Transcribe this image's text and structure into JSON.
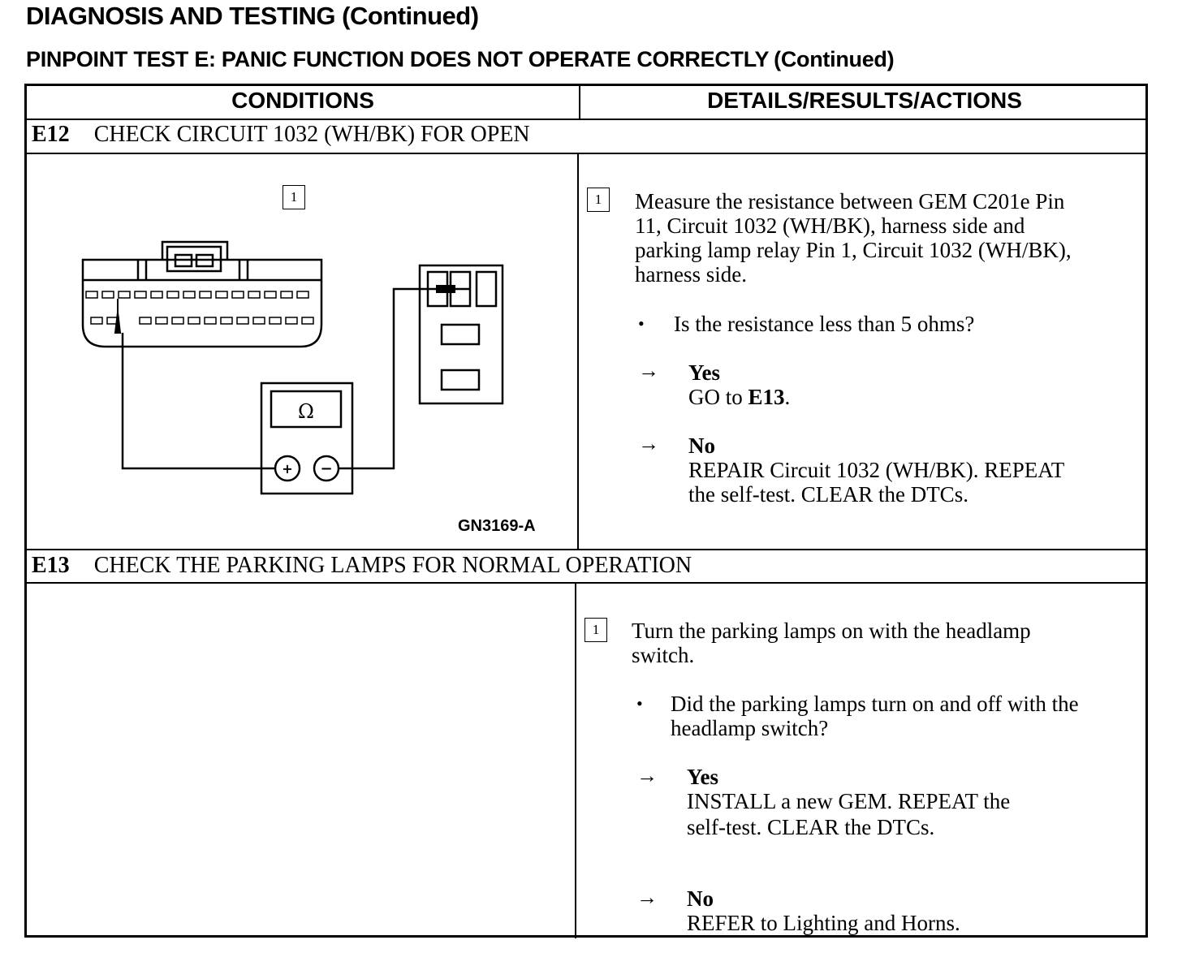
{
  "header": {
    "title": "DIAGNOSIS AND TESTING (Continued)",
    "subtitle": "PINPOINT TEST E: PANIC FUNCTION DOES NOT OPERATE CORRECTLY",
    "subtitle_cont": "(Continued)"
  },
  "table": {
    "col_conditions": "CONDITIONS",
    "col_details": "DETAILS/RESULTS/ACTIONS"
  },
  "e12": {
    "id": "E12",
    "title": "CHECK CIRCUIT 1032 (WH/BK) FOR OPEN",
    "figure_step": "1",
    "figure_code": "GN3169-A",
    "ohm_symbol": "Ω",
    "step_num": "1",
    "step_line1": "Measure the resistance between GEM C201e Pin",
    "step_line2": "11, Circuit 1032 (WH/BK), harness side and",
    "step_line3": "parking lamp relay Pin 1, Circuit 1032 (WH/BK),",
    "step_line4": "harness side.",
    "question": "Is the resistance less than 5 ohms?",
    "yes_label": "Yes",
    "yes_action_prefix": "GO to ",
    "yes_action_target": "E13",
    "yes_action_suffix": ".",
    "no_label": "No",
    "no_line1": "REPAIR Circuit 1032 (WH/BK). REPEAT",
    "no_line2": "the self-test. CLEAR the DTCs."
  },
  "e13": {
    "id": "E13",
    "title": "CHECK THE PARKING LAMPS FOR NORMAL OPERATION",
    "step_num": "1",
    "step_line1": "Turn the parking lamps on with the headlamp",
    "step_line2": "switch.",
    "question_line1": "Did the parking lamps turn on and off with the",
    "question_line2": "headlamp switch?",
    "yes_label": "Yes",
    "yes_line1": "INSTALL a new GEM. REPEAT the",
    "yes_line2": "self-test. CLEAR the DTCs.",
    "no_label": "No",
    "no_line1": "REFER to Lighting and Horns."
  },
  "symbols": {
    "arrow": "→",
    "bullet": "•"
  }
}
